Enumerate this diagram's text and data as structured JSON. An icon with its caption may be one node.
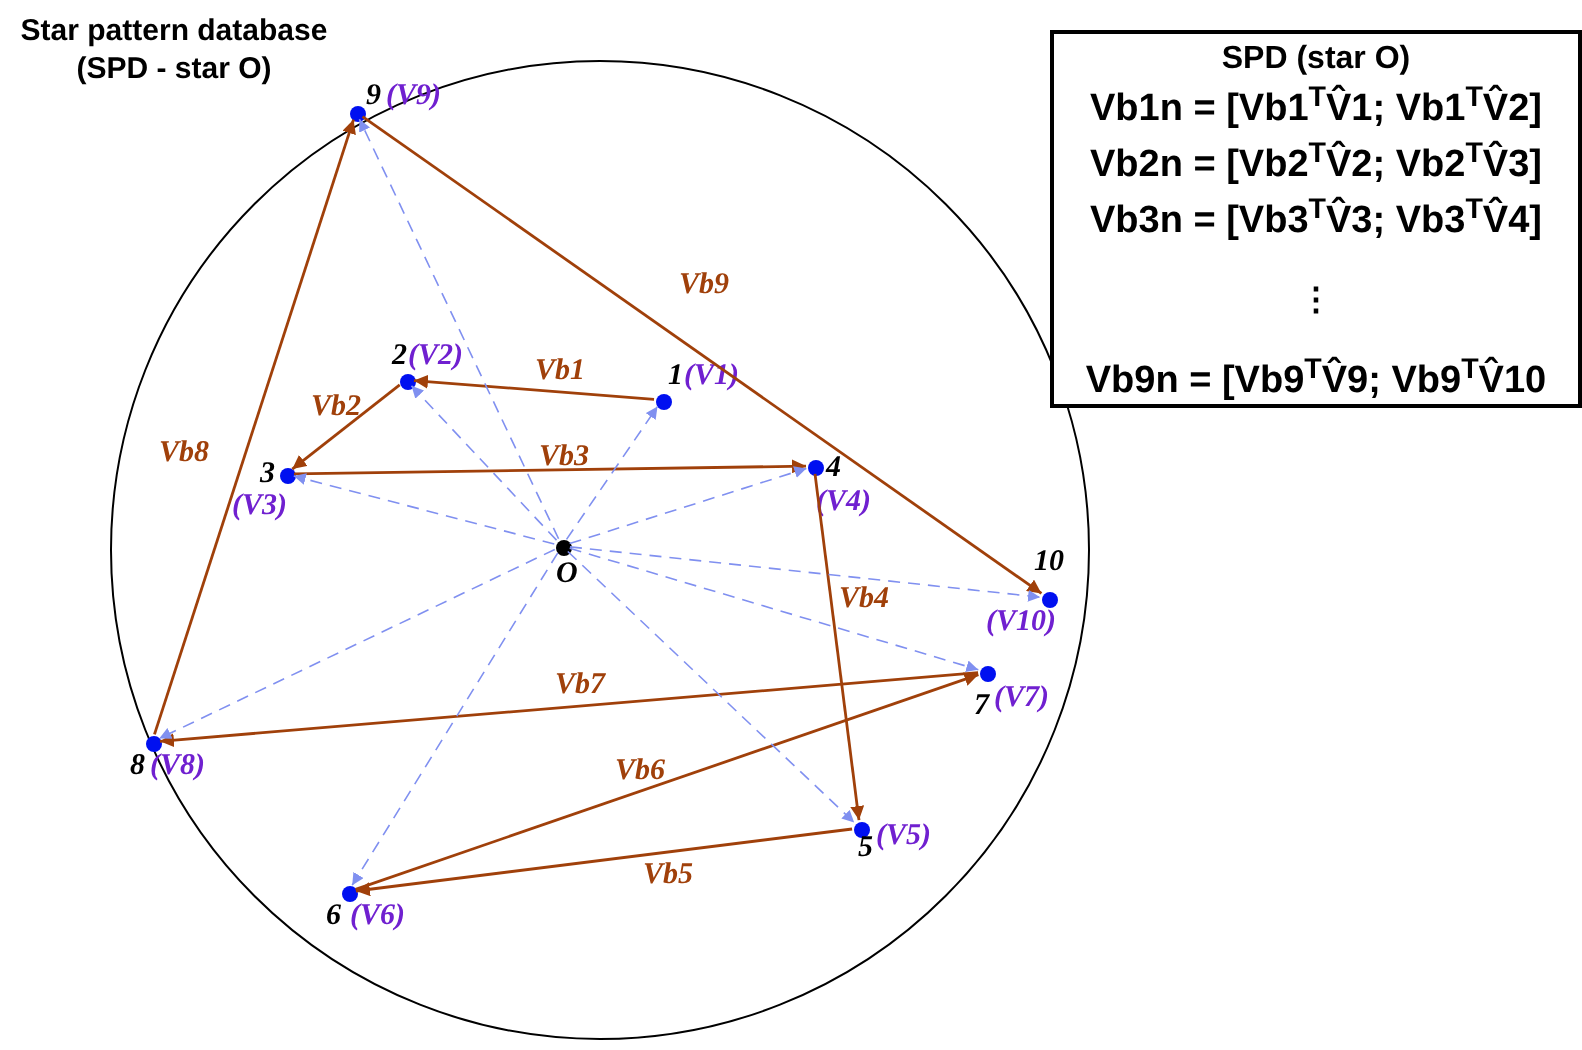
{
  "diagram": {
    "nodes": [
      {
        "text": [
          "Star pattern database (SPD - star O)"
        ]
      },
      {
        "text": [
          "O"
        ],
        "in": 0
      },
      {
        "text": [
          "1"
        ],
        "beside": [
          "(V1)"
        ],
        "in": 0
      },
      {
        "text": [
          "2"
        ],
        "beside": [
          "(V2)"
        ],
        "in": 0
      },
      {
        "text": [
          "3"
        ],
        "beside": [
          "(V3)"
        ],
        "in": 0
      },
      {
        "text": [
          "4"
        ],
        "beside": [
          "(V4)"
        ],
        "in": 0
      },
      {
        "text": [
          "5"
        ],
        "beside": [
          "(V5)"
        ],
        "in": 0
      },
      {
        "text": [
          "6"
        ],
        "beside": [
          "(V6)"
        ],
        "in": 0
      },
      {
        "text": [
          "7"
        ],
        "beside": [
          "(V7)"
        ],
        "in": 0
      },
      {
        "text": [
          "8"
        ],
        "beside": [
          "(V8)"
        ],
        "in": 0
      },
      {
        "text": [
          "9"
        ],
        "beside": [
          "(V9)"
        ],
        "in": 0
      },
      {
        "text": [
          "10"
        ],
        "beside": [
          "(V10)"
        ],
        "in": 0
      },
      {
        "text": [
          "SPD (star O)",
          "Vb1n = [Vb1$^{T}$V̂1; Vb1$^{T}$V̂2]",
          "Vb2n = [Vb2$^{T}$V̂2; Vb2$^{T}$V̂3]",
          "Vb3n = [Vb3$^{T}$V̂3; Vb3$^{T}$V̂4]",
          "⋮",
          "Vb9n = [Vb9$^{T}$V̂9; Vb9$^{T}$V̂10"
        ]
      }
    ],
    "edges": [
      {
        "from": 2,
        "to": 3,
        "arrow": "to",
        "label": "Vb1",
        "color": "#a0400a"
      },
      {
        "from": 3,
        "to": 4,
        "arrow": "to",
        "label": "Vb2",
        "color": "#a0400a"
      },
      {
        "from": 4,
        "to": 5,
        "arrow": "to",
        "label": "Vb3",
        "color": "#a0400a"
      },
      {
        "from": 5,
        "to": 6,
        "arrow": "to",
        "label": "Vb4",
        "color": "#a0400a"
      },
      {
        "from": 6,
        "to": 7,
        "arrow": "to",
        "label": "Vb5",
        "color": "#a0400a"
      },
      {
        "from": 7,
        "to": 8,
        "arrow": "to",
        "label": "Vb6",
        "color": "#a0400a"
      },
      {
        "from": 8,
        "to": 9,
        "arrow": "to",
        "label": "Vb7",
        "color": "#a0400a"
      },
      {
        "from": 9,
        "to": 10,
        "arrow": "to",
        "label": "Vb8",
        "color": "#a0400a"
      },
      {
        "from": 10,
        "to": 11,
        "arrow": "to",
        "label": "Vb9",
        "color": "#a0400a"
      },
      {
        "from": 1,
        "to": 2,
        "arrow": "to",
        "style": "dashed",
        "color": "#8090f0"
      },
      {
        "from": 1,
        "to": 3,
        "arrow": "to",
        "style": "dashed",
        "color": "#8090f0"
      },
      {
        "from": 1,
        "to": 4,
        "arrow": "to",
        "style": "dashed",
        "color": "#8090f0"
      },
      {
        "from": 1,
        "to": 5,
        "arrow": "to",
        "style": "dashed",
        "color": "#8090f0"
      },
      {
        "from": 1,
        "to": 6,
        "arrow": "to",
        "style": "dashed",
        "color": "#8090f0"
      },
      {
        "from": 1,
        "to": 7,
        "arrow": "to",
        "style": "dashed",
        "color": "#8090f0"
      },
      {
        "from": 1,
        "to": 8,
        "arrow": "to",
        "style": "dashed",
        "color": "#8090f0"
      },
      {
        "from": 1,
        "to": 9,
        "arrow": "to",
        "style": "dashed",
        "color": "#8090f0"
      },
      {
        "from": 1,
        "to": 10,
        "arrow": "to",
        "style": "dashed",
        "color": "#8090f0"
      },
      {
        "from": 1,
        "to": 11,
        "arrow": "to",
        "style": "dashed",
        "color": "#8090f0"
      }
    ]
  }
}
